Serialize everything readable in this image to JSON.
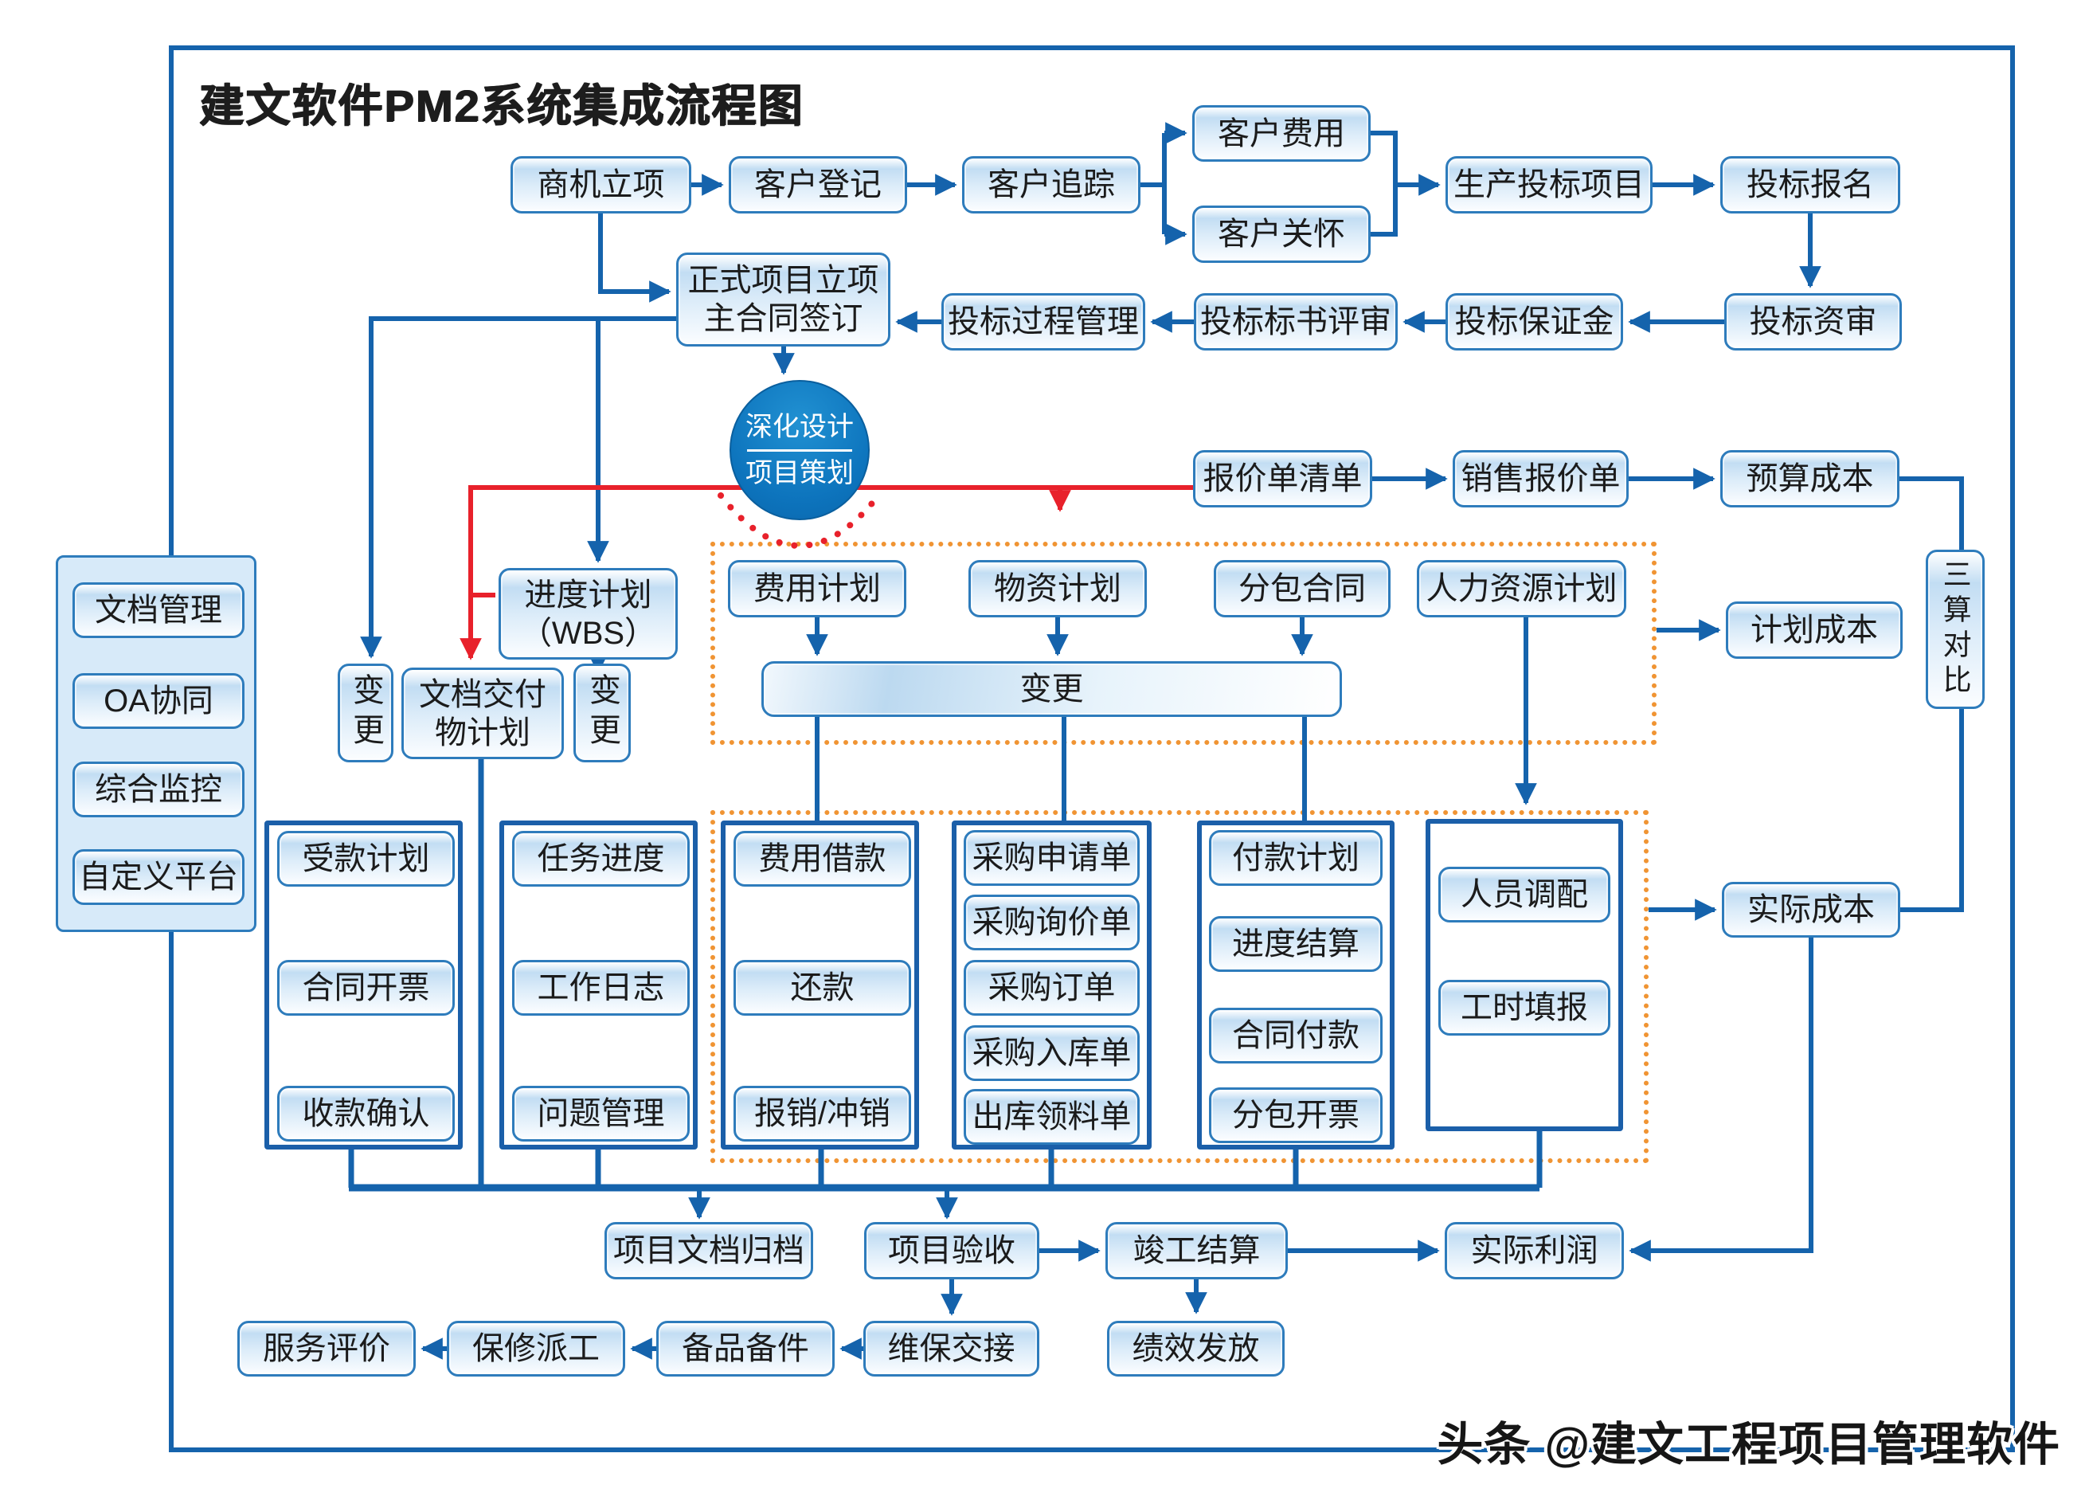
{
  "title": "建文软件PM2系统集成流程图",
  "watermark": "头条 @建文工程项目管理软件",
  "colors": {
    "line_blue": "#1563ac",
    "line_red": "#e8212b",
    "dotted_orange": "#f09433",
    "box_border": "#2e7cbc",
    "container_border": "#1b5fa9",
    "circle_fill": "#0d74bd"
  },
  "sidebar": {
    "items": [
      "文档管理",
      "OA协同",
      "综合监控",
      "自定义平台"
    ]
  },
  "circle": {
    "line1": "深化设计",
    "line2": "项目策划"
  },
  "nodes": {
    "shangji": "商机立项",
    "kehu_dengji": "客户登记",
    "kehu_zhuizong": "客户追踪",
    "kehu_feiyong": "客户费用",
    "kehu_guanhuai": "客户关怀",
    "shengchan_toubiao": "生产投标项目",
    "toubiao_baoming": "投标报名",
    "toubiao_zishen": "投标资审",
    "toubiao_baozhengjin": "投标保证金",
    "toubiao_biaoshu_pingshen": "投标标书评审",
    "toubiao_guocheng_guanli": "投标过程管理",
    "zhengshi_lixiang": "正式项目立项\n主合同签订",
    "baojiadan_qingdan": "报价单清单",
    "xiaoshou_baojiadan": "销售报价单",
    "yusuan_chengben": "预算成本",
    "jindu_jihua_wbs": "进度计划\n（WBS）",
    "biangeng_left": "变更",
    "wendang_jiaofu_jihua": "文档交付\n物计划",
    "biangeng_mid": "变更",
    "feiyong_jihua": "费用计划",
    "wuzi_jihua": "物资计划",
    "fenbao_hetong": "分包合同",
    "renli_ziyuan_jihua": "人力资源计划",
    "biangeng_bar": "变更",
    "jihua_chengben": "计划成本",
    "sansuan_duibi": "三算对比",
    "shoukuan_jihua": "受款计划",
    "hetong_kaipiao": "合同开票",
    "shoukuan_queren": "收款确认",
    "renwu_jindu": "任务进度",
    "gongzuo_rizhi": "工作日志",
    "wenti_guanli": "问题管理",
    "feiyong_jiekuan": "费用借款",
    "huankuan": "还款",
    "baoxiao_chongxiao": "报销/冲销",
    "caigou_shenqingdan": "采购申请单",
    "caigou_xunjiadan": "采购询价单",
    "caigou_dingdan": "采购订单",
    "caigou_rukudan": "采购入库单",
    "chuku_lingliaodan": "出库领料单",
    "fukuan_jihua": "付款计划",
    "jindu_jiesuan": "进度结算",
    "hetong_fukuan": "合同付款",
    "fenbao_kaipiao": "分包开票",
    "renyuan_diaopei": "人员调配",
    "gongshi_tianbao": "工时填报",
    "shiji_chengben": "实际成本",
    "xiangmu_wendang_guidang": "项目文档归档",
    "xiangmu_yanshou": "项目验收",
    "jungong_jiesuan": "竣工结算",
    "shiji_lirun": "实际利润",
    "jixiao_fafang": "绩效发放",
    "weibao_jiaojie": "维保交接",
    "beipin_beijian": "备品备件",
    "baoxiu_paigong": "保修派工",
    "fuwu_pingjia": "服务评价"
  }
}
